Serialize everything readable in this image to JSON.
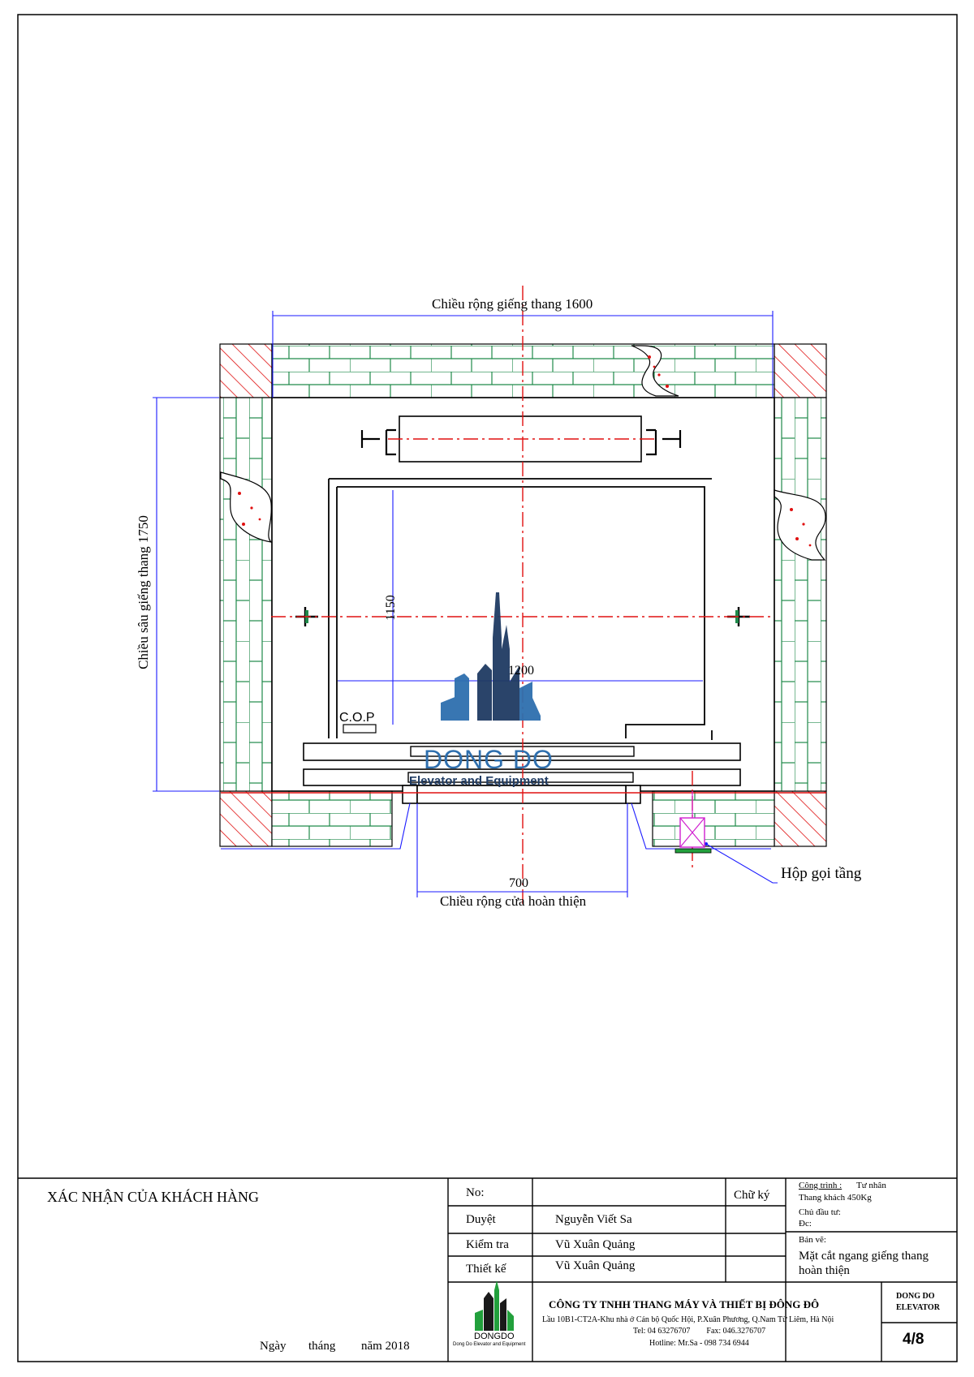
{
  "drawing": {
    "shaft_width_label": "Chiều rộng giếng thang 1600",
    "shaft_depth_label": "Chiều sâu giếng thang 1750",
    "car_depth_dim": "1150",
    "car_width_dim": "1200",
    "cop_label": "C.O.P",
    "door_width_dim": "700",
    "door_width_label": "Chiều rộng cửa hoàn thiện",
    "call_box_label": "Hộp gọi tầng",
    "watermark": {
      "name": "DONG DO",
      "tagline": "Elevator and Equipment"
    }
  },
  "title_block": {
    "customer_confirm": "XÁC NHẬN CỦA KHÁCH HÀNG",
    "date_line": {
      "day": "Ngày",
      "month": "tháng",
      "year": "năm 2018"
    },
    "no_label": "No:",
    "signature_label": "Chữ ký",
    "rows": [
      {
        "role": "Duyệt",
        "name": "Nguyễn Viết Sa"
      },
      {
        "role": "Kiểm tra",
        "name": "Vũ Xuân Quảng"
      },
      {
        "role": "Thiết kế",
        "name": "Vũ Xuân Quảng"
      }
    ],
    "project_label": "Công trình :",
    "project_value": "Tư nhân",
    "project_desc": "Thang khách 450Kg",
    "owner_label": "Chủ đầu tư:",
    "address_label": "Đc:",
    "drawing_label": "Bản vẽ:",
    "drawing_title_1": "Mặt cắt ngang giếng thang",
    "drawing_title_2": "hoàn thiện",
    "company_name": "CÔNG TY TNHH THANG MÁY VÀ THIẾT BỊ ĐÔNG ĐÔ",
    "company_address": "Lầu 10B1-CT2A-Khu nhà ở Cán bộ Quốc Hội, P.Xuân Phương, Q.Nam Từ Liêm, Hà Nội",
    "company_tel": "Tel: 04 63276707        Fax: 046.3276707",
    "company_hotline": "Hotline: Mr.Sa - 098 734 6944",
    "logo_text": "DONGDO",
    "logo_sub": "Dong Do Elevator and Equipment",
    "brand_1": "DONG DO",
    "brand_2": "ELEVATOR",
    "sheet_number": "4/8"
  },
  "colors": {
    "brick_green": "#1f8a4a",
    "axis_red": "#e01010",
    "dimension_blue": "#1a1aff",
    "watermark_navy": "#1f3b63",
    "watermark_blue": "#2e6fae",
    "logo_green": "#22a03c"
  }
}
